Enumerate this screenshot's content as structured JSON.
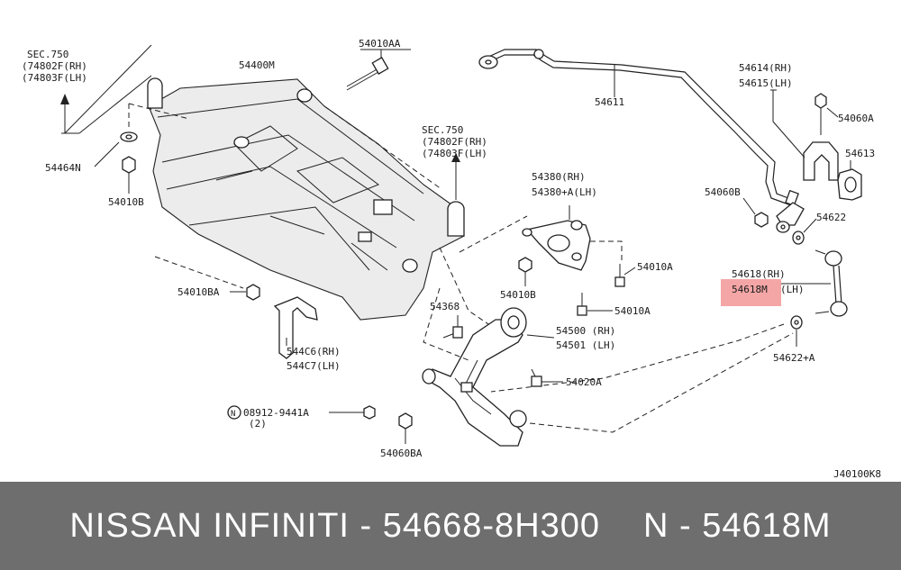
{
  "labels": {
    "sec750_a": "SEC.750",
    "p74802_a": "(74802F(RH)",
    "p74803_a": "(74803F(LH)",
    "p54400m": "54400M",
    "p54010aa": "54010AA",
    "p54464n": "54464N",
    "p54010b_a": "54010B",
    "sec750_b": "SEC.750",
    "p74802_b": "(74802F(RH)",
    "p74803_b": "(74803F(LH)",
    "p54611": "54611",
    "p54614": "54614(RH)",
    "p54615": "54615(LH)",
    "p54060a": "54060A",
    "p54613": "54613",
    "p54060b": "54060B",
    "p54622": "54622",
    "p54380": "54380(RH)",
    "p54380a": "54380+A(LH)",
    "p54010a_1": "54010A",
    "p54010b_b": "54010B",
    "p54010a_2": "54010A",
    "p54618": "54618(RH)",
    "p54618m": "54618M",
    "p54618m_lh": "(LH)",
    "p54010ba": "54010BA",
    "p54368": "54368",
    "p54500": "54500 (RH)",
    "p54501": "54501 (LH)",
    "p544c6": "544C6(RH)",
    "p544c7": "544C7(LH)",
    "p54020a": "54020A",
    "n_symbol": "N",
    "p08912": "08912-9441A",
    "qty2": "(2)",
    "p54622a": "54622+A",
    "p54060ba": "54060BA",
    "ref": "J40100K8"
  },
  "highlight_color": "#f4a6a6",
  "footer": {
    "brand": "NISSAN INFINITI - 54668-8H300",
    "part": "N - 54618M"
  }
}
